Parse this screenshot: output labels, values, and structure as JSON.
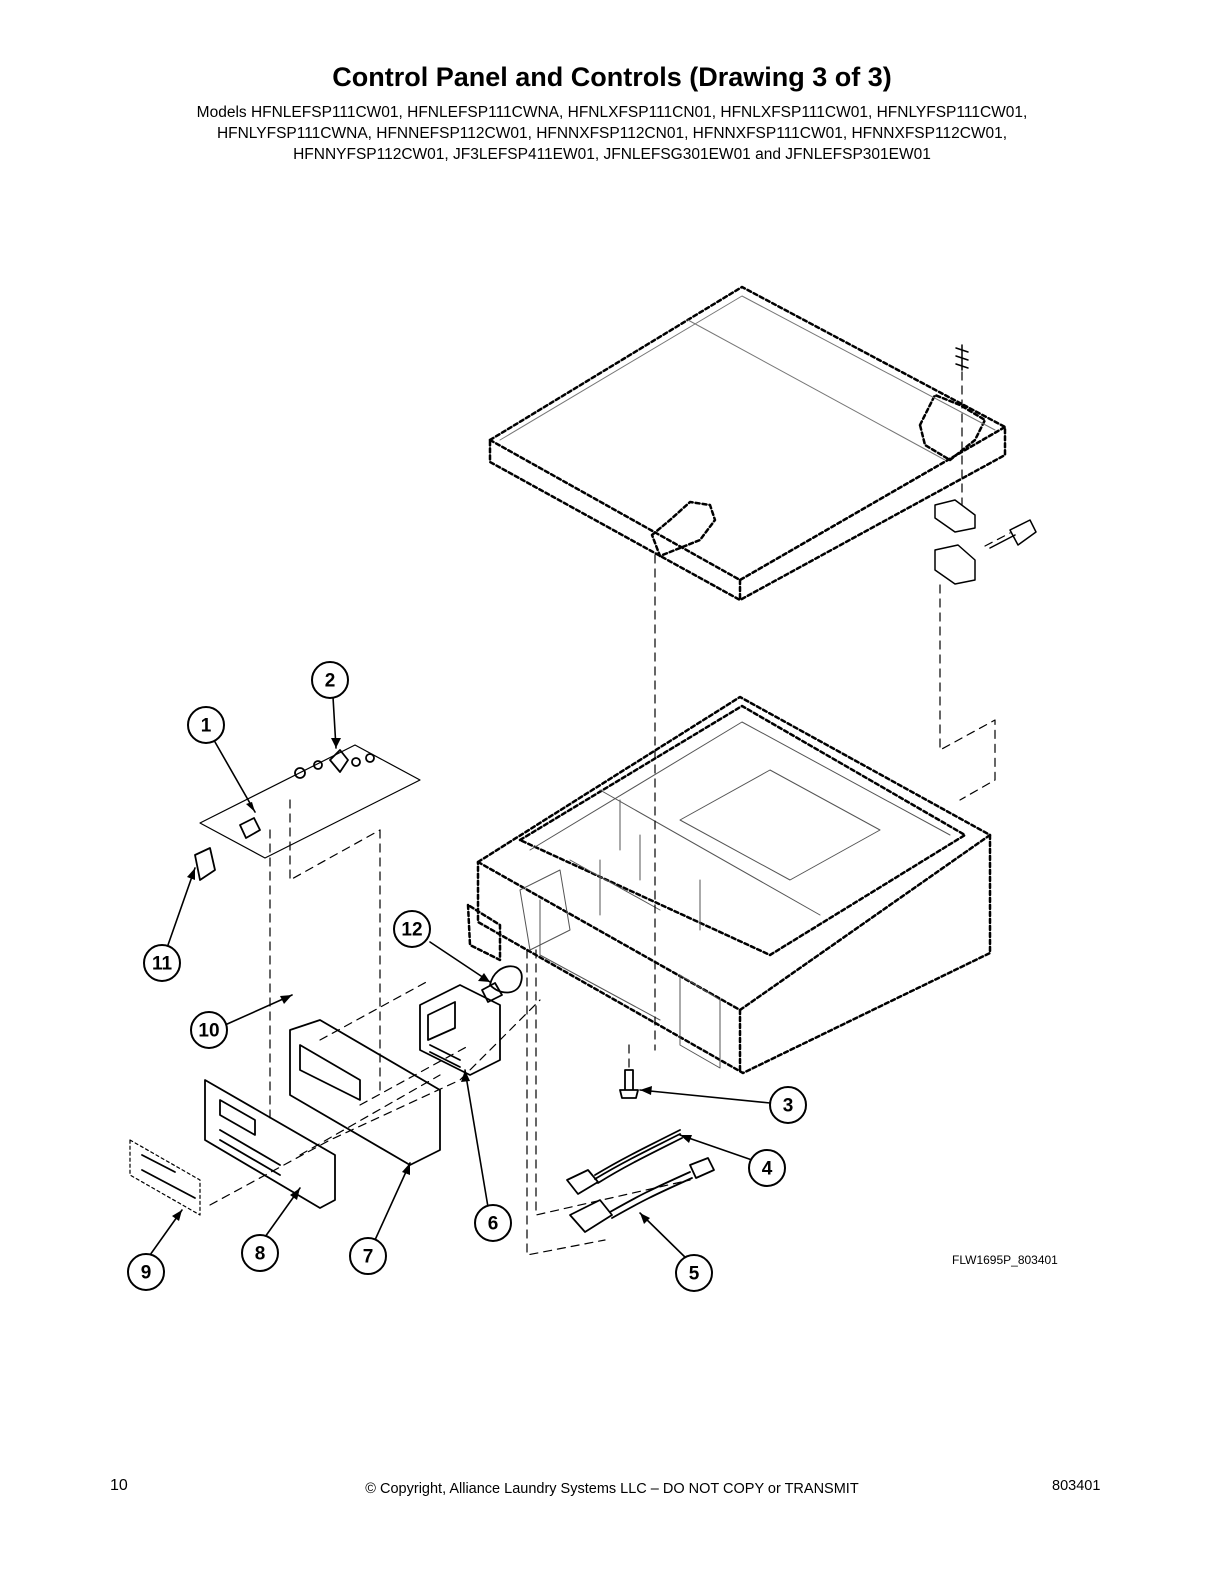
{
  "title": "Control Panel and Controls (Drawing 3 of 3)",
  "models": [
    "Models HFNLEFSP111CW01, HFNLEFSP111CWNA, HFNLXFSP111CN01, HFNLXFSP111CW01, HFNLYFSP111CW01,",
    "HFNLYFSP111CWNA, HFNNEFSP112CW01, HFNNXFSP112CN01, HFNNXFSP111CW01, HFNNXFSP112CW01,",
    "HFNNYFSP112CW01, JF3LEFSP411EW01, JFNLEFSG301EW01 and JFNLEFSP301EW01"
  ],
  "callouts": [
    "1",
    "2",
    "3",
    "4",
    "5",
    "6",
    "7",
    "8",
    "9",
    "10",
    "11",
    "12"
  ],
  "drawing_id": "FLW1695P_803401",
  "footer": {
    "page_number": "10",
    "copyright": "© Copyright, Alliance Laundry Systems LLC – DO NOT COPY or TRANSMIT",
    "document_number": "803401"
  }
}
